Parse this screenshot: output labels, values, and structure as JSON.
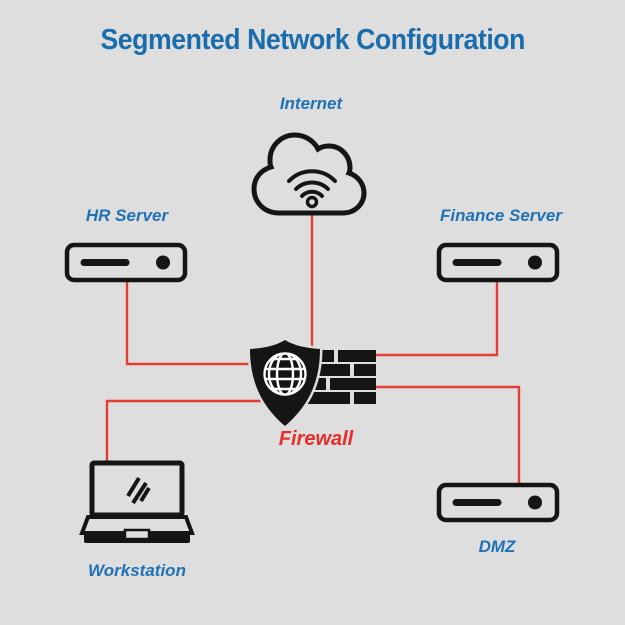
{
  "title": "Segmented Network Configuration",
  "colors": {
    "background": "#dedede",
    "title_text": "#1a6dad",
    "label_text": "#1e72b8",
    "line_red": "#e43d35",
    "firewall_text": "#e52f2b",
    "icon_black": "#151515",
    "icon_white": "#ffffff"
  },
  "nodes": {
    "internet": {
      "label": "Internet",
      "icon": "cloud-wifi-icon"
    },
    "hr_server": {
      "label": "HR Server",
      "icon": "server-icon"
    },
    "finance_server": {
      "label": "Finance Server",
      "icon": "server-icon"
    },
    "firewall": {
      "label": "Firewall",
      "icon": "shield-globe-brick-wall-icon"
    },
    "workstation": {
      "label": "Workstation",
      "icon": "laptop-icon"
    },
    "dmz": {
      "label": "DMZ",
      "icon": "server-icon"
    }
  },
  "connections": [
    {
      "from": "internet",
      "to": "firewall"
    },
    {
      "from": "hr_server",
      "to": "firewall"
    },
    {
      "from": "firewall",
      "to": "workstation"
    },
    {
      "from": "finance_server",
      "to": "firewall"
    },
    {
      "from": "firewall",
      "to": "dmz"
    }
  ]
}
